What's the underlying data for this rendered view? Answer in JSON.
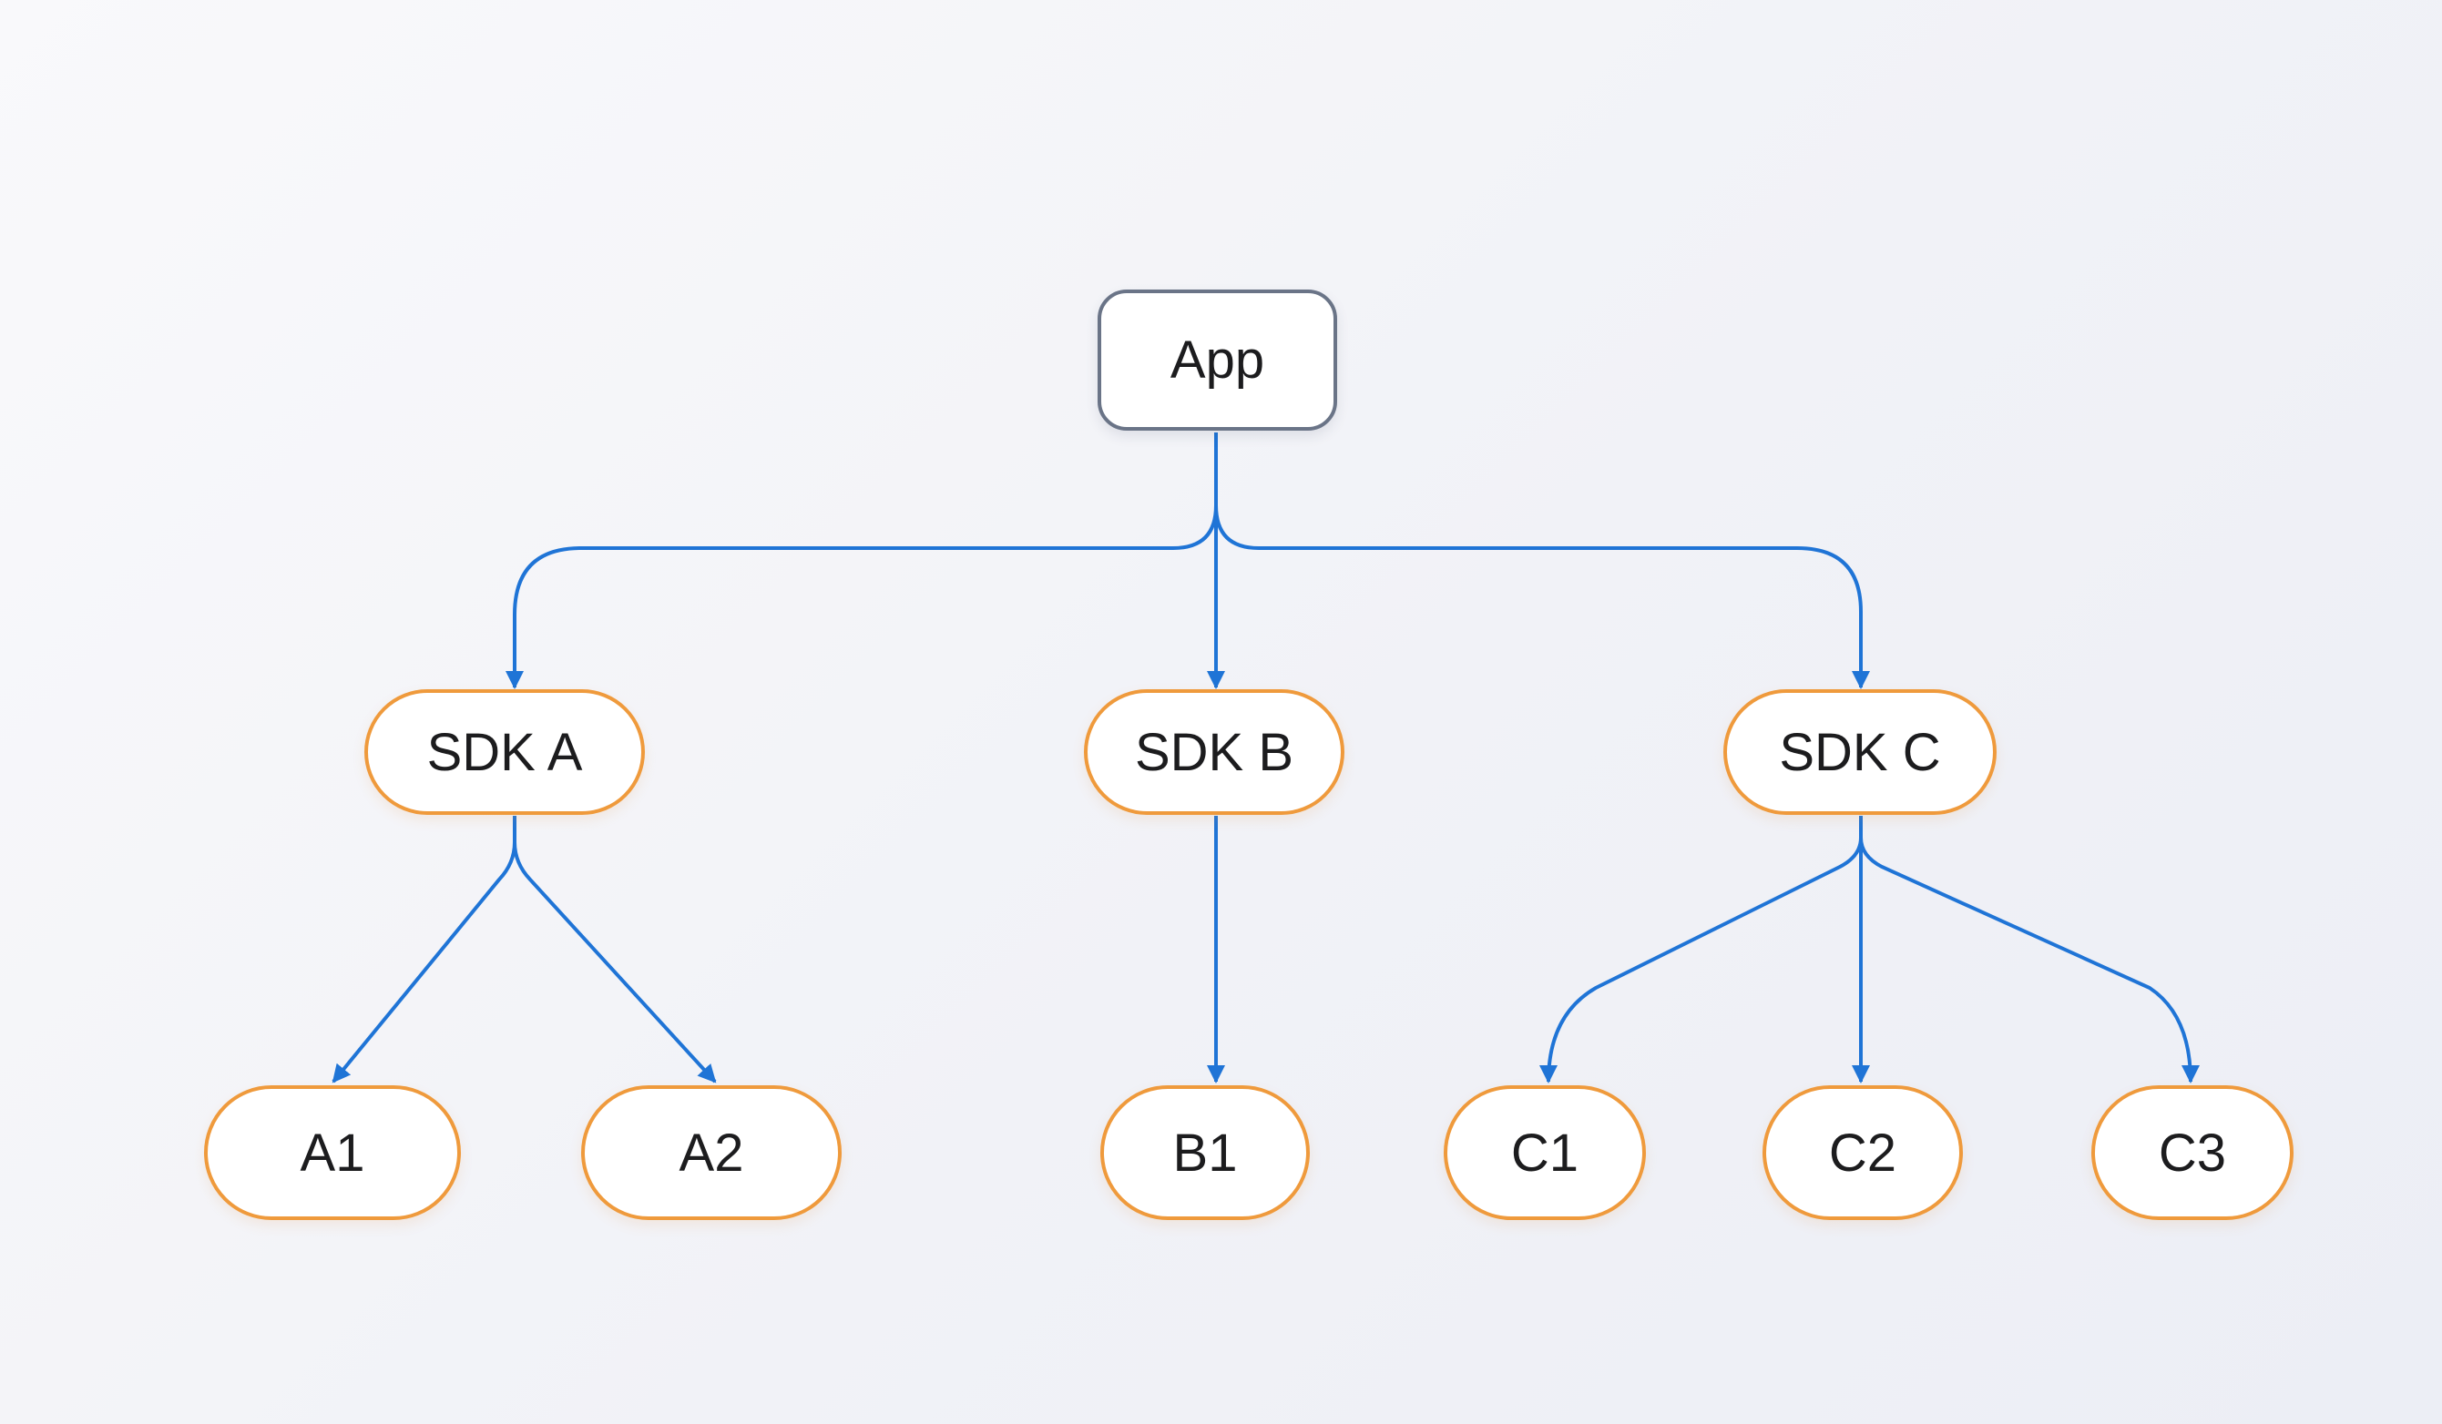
{
  "colors": {
    "edge": "#1f74d6",
    "pill_border": "#ef9a3c",
    "root_border": "#6a7487",
    "node_fill": "#ffffff"
  },
  "nodes": {
    "app": "App",
    "sdk_a": "SDK A",
    "sdk_b": "SDK B",
    "sdk_c": "SDK C",
    "a1": "A1",
    "a2": "A2",
    "b1": "B1",
    "c1": "C1",
    "c2": "C2",
    "c3": "C3"
  },
  "edges": [
    {
      "from": "app",
      "to": "sdk_a"
    },
    {
      "from": "app",
      "to": "sdk_b"
    },
    {
      "from": "app",
      "to": "sdk_c"
    },
    {
      "from": "sdk_a",
      "to": "a1"
    },
    {
      "from": "sdk_a",
      "to": "a2"
    },
    {
      "from": "sdk_b",
      "to": "b1"
    },
    {
      "from": "sdk_c",
      "to": "c1"
    },
    {
      "from": "sdk_c",
      "to": "c2"
    },
    {
      "from": "sdk_c",
      "to": "c3"
    }
  ]
}
